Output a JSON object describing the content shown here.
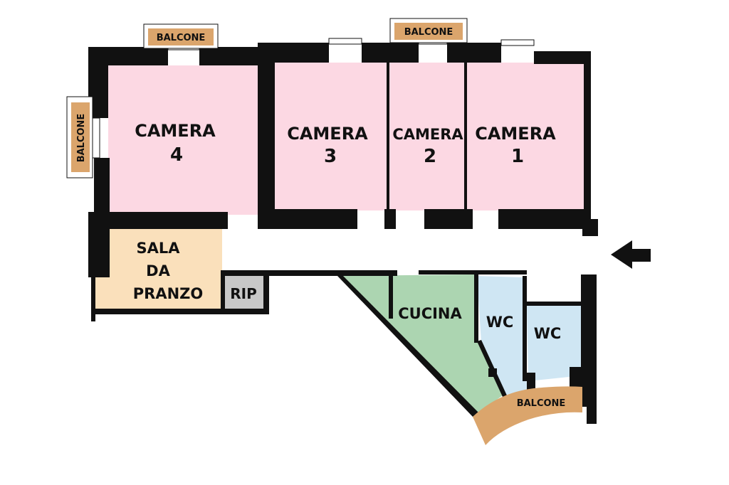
{
  "colors": {
    "bedroom": "#fcd8e3",
    "dining": "#fae0bb",
    "kitchen": "#acd5b1",
    "bathroom": "#cfe6f3",
    "storage": "#c8c8c8",
    "balcony": "#dba56c",
    "wall": "#111111"
  },
  "rooms": {
    "camera4": {
      "word": "CAMERA",
      "number": "4"
    },
    "camera3": {
      "word": "CAMERA",
      "number": "3"
    },
    "camera2": {
      "word": "CAMERA",
      "number": "2"
    },
    "camera1": {
      "word": "CAMERA",
      "number": "1"
    },
    "sala": {
      "line1": "SALA",
      "line2": "DA",
      "line3": "PRANZO"
    },
    "rip": "RIP",
    "cucina": "CUCINA",
    "wc_left": "WC",
    "wc_right": "WC"
  },
  "balconies": {
    "top_left": "BALCONE",
    "top_right": "BALCONE",
    "side_left": "BALCONE",
    "bottom": "BALCONE"
  },
  "entrance_arrow": "arrow-left-icon"
}
